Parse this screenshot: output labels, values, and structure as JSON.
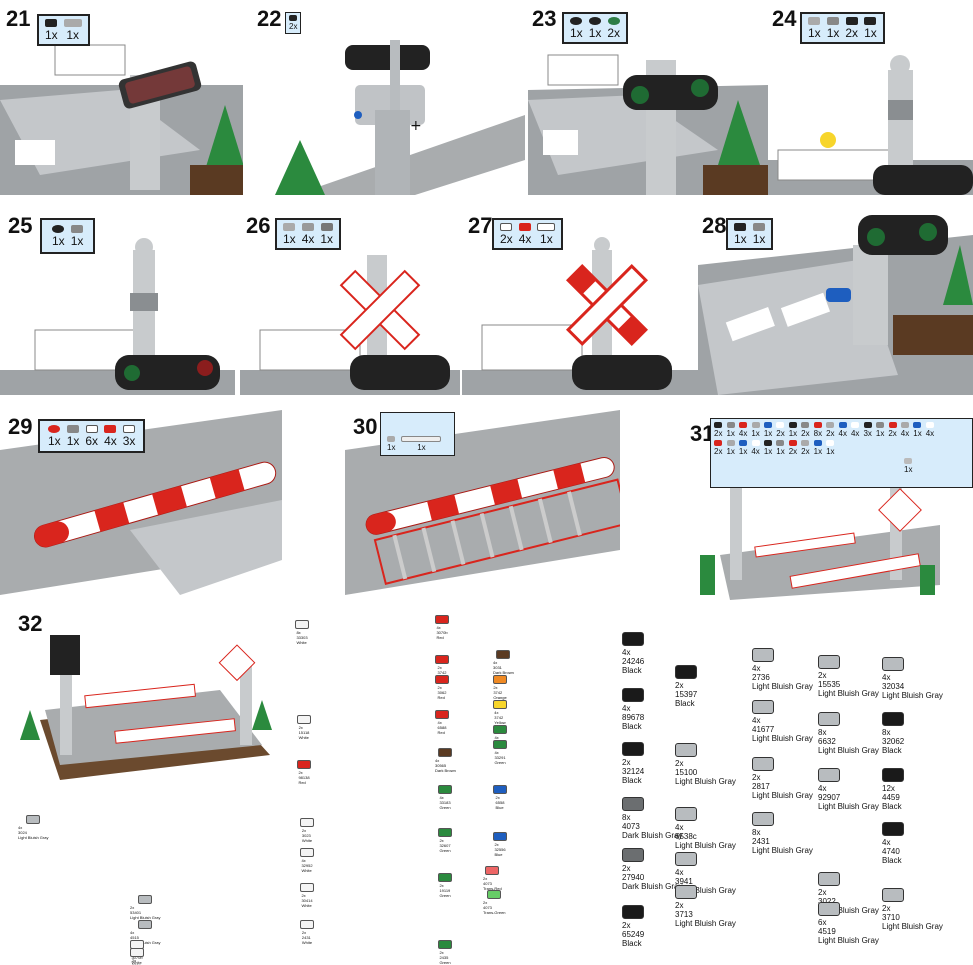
{
  "steps": [
    {
      "num": "21",
      "parts": [
        "1x",
        "1x"
      ]
    },
    {
      "num": "22",
      "parts": [
        "2x"
      ]
    },
    {
      "num": "23",
      "parts": [
        "1x",
        "1x",
        "2x"
      ]
    },
    {
      "num": "24",
      "parts": [
        "1x",
        "1x",
        "2x",
        "1x"
      ]
    },
    {
      "num": "25",
      "parts": [
        "1x",
        "1x"
      ]
    },
    {
      "num": "26",
      "parts": [
        "1x",
        "4x",
        "1x"
      ]
    },
    {
      "num": "27",
      "parts": [
        "2x",
        "4x",
        "1x"
      ]
    },
    {
      "num": "28",
      "parts": [
        "1x",
        "1x"
      ]
    },
    {
      "num": "29",
      "parts": [
        "1x",
        "1x",
        "6x",
        "4x",
        "3x"
      ]
    },
    {
      "num": "30",
      "parts": [
        "1x",
        "1x"
      ]
    },
    {
      "num": "31",
      "parts_row1": [
        "2x",
        "1x",
        "4x",
        "1x",
        "1x",
        "2x",
        "1x",
        "2x",
        "8x",
        "2x",
        "4x",
        "4x",
        "3x",
        "1x",
        "2x",
        "4x",
        "1x",
        "4x"
      ],
      "parts_row2": [
        "2x",
        "1x",
        "1x",
        "4x",
        "1x",
        "1x",
        "2x",
        "2x",
        "1x",
        "1x"
      ],
      "parts_row3": [
        "1x"
      ]
    },
    {
      "num": "32"
    }
  ],
  "inventory_tiny": [
    {
      "qty": "8x",
      "id": "33303",
      "color": "White"
    },
    {
      "qty": "2x",
      "id": "15118",
      "color": "White"
    },
    {
      "qty": "2x",
      "id": "98138",
      "color": "Red"
    },
    {
      "qty": "4x",
      "id": "3024",
      "color": "Light Bluish Gray"
    },
    {
      "qty": "2x",
      "id": "53401",
      "color": "Light Bluish Gray"
    },
    {
      "qty": "4x",
      "id": "4515",
      "color": "Light Bluish Gray"
    },
    {
      "qty": "4x",
      "id": "3070b",
      "color": "White"
    },
    {
      "qty": "2x",
      "id": "3024",
      "color": "White"
    },
    {
      "qty": "2x",
      "id": "3023",
      "color": "White"
    },
    {
      "qty": "4x",
      "id": "32952",
      "color": "White"
    },
    {
      "qty": "2x",
      "id": "30414",
      "color": "White"
    },
    {
      "qty": "2x",
      "id": "2431",
      "color": "White"
    },
    {
      "qty": "4x",
      "id": "3070b",
      "color": "Red"
    },
    {
      "qty": "2x",
      "id": "3742",
      "color": "Red"
    },
    {
      "qty": "2x",
      "id": "3062",
      "color": "Red"
    },
    {
      "qty": "4x",
      "id": "6588",
      "color": "Red"
    },
    {
      "qty": "4x",
      "id": "3031",
      "color": "Dark Brown"
    },
    {
      "qty": "4x",
      "id": "30565",
      "color": "Dark Brown"
    },
    {
      "qty": "2x",
      "id": "3742",
      "color": "Orange"
    },
    {
      "qty": "4x",
      "id": "3742",
      "color": "Yellow"
    },
    {
      "qty": "4x",
      "id": "33291",
      "color": "Green"
    },
    {
      "qty": "4x",
      "id": "33291",
      "color": "Green"
    },
    {
      "qty": "4x",
      "id": "33183",
      "color": "Green"
    },
    {
      "qty": "2x",
      "id": "32607",
      "color": "Green"
    },
    {
      "qty": "2x",
      "id": "19119",
      "color": "Green"
    },
    {
      "qty": "2x",
      "id": "2435",
      "color": "Green"
    },
    {
      "qty": "2x",
      "id": "6558",
      "color": "Blue"
    },
    {
      "qty": "2x",
      "id": "32556",
      "color": "Blue"
    },
    {
      "qty": "2x",
      "id": "4073",
      "color": "Trans-Red"
    },
    {
      "qty": "2x",
      "id": "4073",
      "color": "Trans-Green"
    }
  ],
  "inventory": [
    {
      "qty": "4x",
      "id": "24246",
      "color": "Black"
    },
    {
      "qty": "2x",
      "id": "15397",
      "color": "Black"
    },
    {
      "qty": "4x",
      "id": "2736",
      "color": "Light Bluish Gray"
    },
    {
      "qty": "2x",
      "id": "15535",
      "color": "Light Bluish Gray"
    },
    {
      "qty": "4x",
      "id": "32034",
      "color": "Light Bluish Gray"
    },
    {
      "qty": "4x",
      "id": "89678",
      "color": "Black"
    },
    {
      "qty": "4x",
      "id": "41677",
      "color": "Light Bluish Gray"
    },
    {
      "qty": "8x",
      "id": "6632",
      "color": "Light Bluish Gray"
    },
    {
      "qty": "8x",
      "id": "32062",
      "color": "Black"
    },
    {
      "qty": "2x",
      "id": "32124",
      "color": "Black"
    },
    {
      "qty": "2x",
      "id": "15100",
      "color": "Light Bluish Gray"
    },
    {
      "qty": "2x",
      "id": "2817",
      "color": "Light Bluish Gray"
    },
    {
      "qty": "4x",
      "id": "92907",
      "color": "Light Bluish Gray"
    },
    {
      "qty": "12x",
      "id": "4459",
      "color": "Black"
    },
    {
      "qty": "8x",
      "id": "4073",
      "color": "Dark Bluish Gray"
    },
    {
      "qty": "4x",
      "id": "6538c",
      "color": "Light Bluish Gray"
    },
    {
      "qty": "8x",
      "id": "2431",
      "color": "Light Bluish Gray"
    },
    {
      "qty": "4x",
      "id": "4740",
      "color": "Black"
    },
    {
      "qty": "2x",
      "id": "27940",
      "color": "Dark Bluish Gray"
    },
    {
      "qty": "4x",
      "id": "3941",
      "color": "Light Bluish Gray"
    },
    {
      "qty": "2x",
      "id": "3022",
      "color": "Light Bluish Gray"
    },
    {
      "qty": "2x",
      "id": "65249",
      "color": "Black"
    },
    {
      "qty": "2x",
      "id": "3713",
      "color": "Light Bluish Gray"
    },
    {
      "qty": "6x",
      "id": "4519",
      "color": "Light Bluish Gray"
    },
    {
      "qty": "2x",
      "id": "3710",
      "color": "Light Bluish Gray"
    }
  ],
  "colors": {
    "callout_bg": "#d7ecfb",
    "road": "#a9acae",
    "lbg": "#b8bcbf",
    "red": "#d9251d",
    "white": "#ffffff",
    "green": "#2b8a3e",
    "brown": "#5a3a22",
    "black": "#1a1a1a",
    "blue": "#1e5ebf"
  }
}
